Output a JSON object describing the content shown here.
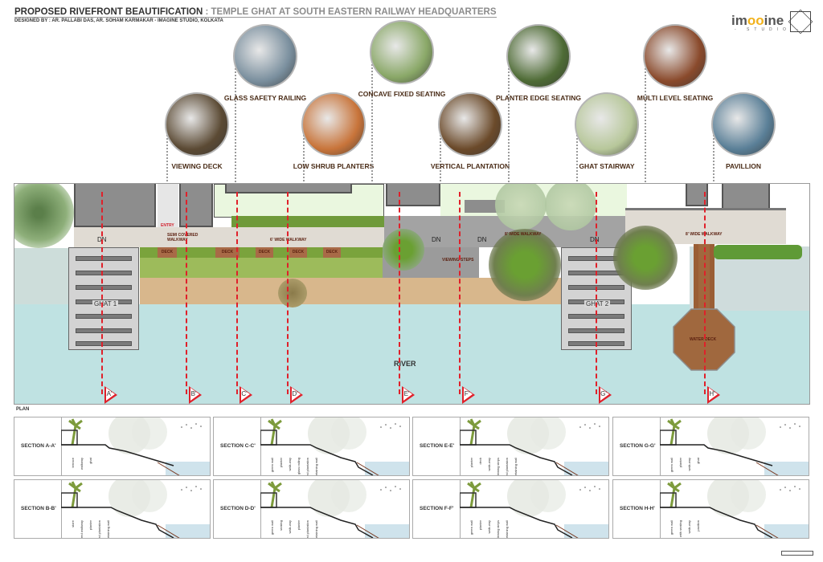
{
  "header": {
    "title_main": "PROPOSED RIVEFRONT BEAUTIFICATION",
    "title_sub": " : TEMPLE GHAT AT SOUTH EASTERN RAILWAY HEADQUARTERS",
    "designers": "DESIGNED BY : AR. PALLABI DAS, AR. SOHAM KARMAKAR - IMAGINE STUDIO, KOLKATA"
  },
  "logo": {
    "pre": "im",
    "mid": "oo",
    "post": "ine",
    "sub": "- STUDIO -"
  },
  "callouts": [
    {
      "label": "VIEWING DECK",
      "color": "#5b4a34"
    },
    {
      "label": "GLASS SAFETY RAILING",
      "color": "#7a8f9e"
    },
    {
      "label": "LOW SHRUB PLANTERS",
      "color": "#c8743a"
    },
    {
      "label": "CONCAVE FIXED SEATING",
      "color": "#8aa868"
    },
    {
      "label": "VERTICAL PLANTATION",
      "color": "#6b4a2a"
    },
    {
      "label": "PLANTER EDGE SEATING",
      "color": "#4e6b35"
    },
    {
      "label": "GHAT STAIRWAY",
      "color": "#b7c79a"
    },
    {
      "label": "MULTI LEVEL SEATING",
      "color": "#8a4a2c"
    },
    {
      "label": "PAVILLION",
      "color": "#5a7f97"
    }
  ],
  "plan": {
    "label": "PLAN",
    "entry": "ENTRY",
    "covered": "SEMI COVERED WALKWAY",
    "walkway6": "6' WIDE WALKWAY",
    "walkway8a": "8' WIDE WALKWAY",
    "walkway8b": "8' WIDE WALKWAY",
    "deck": "DECK",
    "viewing_steps": "VIEWING STEPS",
    "dn": "DN",
    "ghat1": "GHAT 1",
    "ghat2": "GHAT 2",
    "river": "RIVER",
    "water_deck": "WATER DECK",
    "section_marks": [
      "A'",
      "B'",
      "C'",
      "D'",
      "E'",
      "F'",
      "G'",
      "H'"
    ]
  },
  "sections": [
    {
      "name": "SECTION A-A'",
      "notes": [
        "terrace",
        "walkway",
        "ghat"
      ]
    },
    {
      "name": "SECTION C-C'",
      "notes": [
        "green wall",
        "planter",
        "walk-way",
        "deck with glass railing",
        "sloped plantation",
        "retaining wall"
      ]
    },
    {
      "name": "SECTION E-E'",
      "notes": [
        "planter",
        "deck",
        "walk-way",
        "viewing steps",
        "sloped plantation",
        "retaining wall"
      ]
    },
    {
      "name": "SECTION G-G'",
      "notes": [
        "green wall",
        "planter",
        "walk-way",
        "ghat"
      ]
    },
    {
      "name": "SECTION B-B'",
      "notes": [
        "store",
        "covered walkway",
        "planter",
        "sloped plantation",
        "retaining wall"
      ]
    },
    {
      "name": "SECTION D-D'",
      "notes": [
        "green wall",
        "seating",
        "walk-way",
        "planter",
        "sloped plantation",
        "retaining wall"
      ]
    },
    {
      "name": "SECTION F-F'",
      "notes": [
        "green wall",
        "planter",
        "walk-way",
        "viewing steps",
        "retaining wall"
      ]
    },
    {
      "name": "SECTION H-H'",
      "notes": [
        "green wall",
        "planter with seating",
        "walk-way",
        "pavilion"
      ]
    }
  ]
}
